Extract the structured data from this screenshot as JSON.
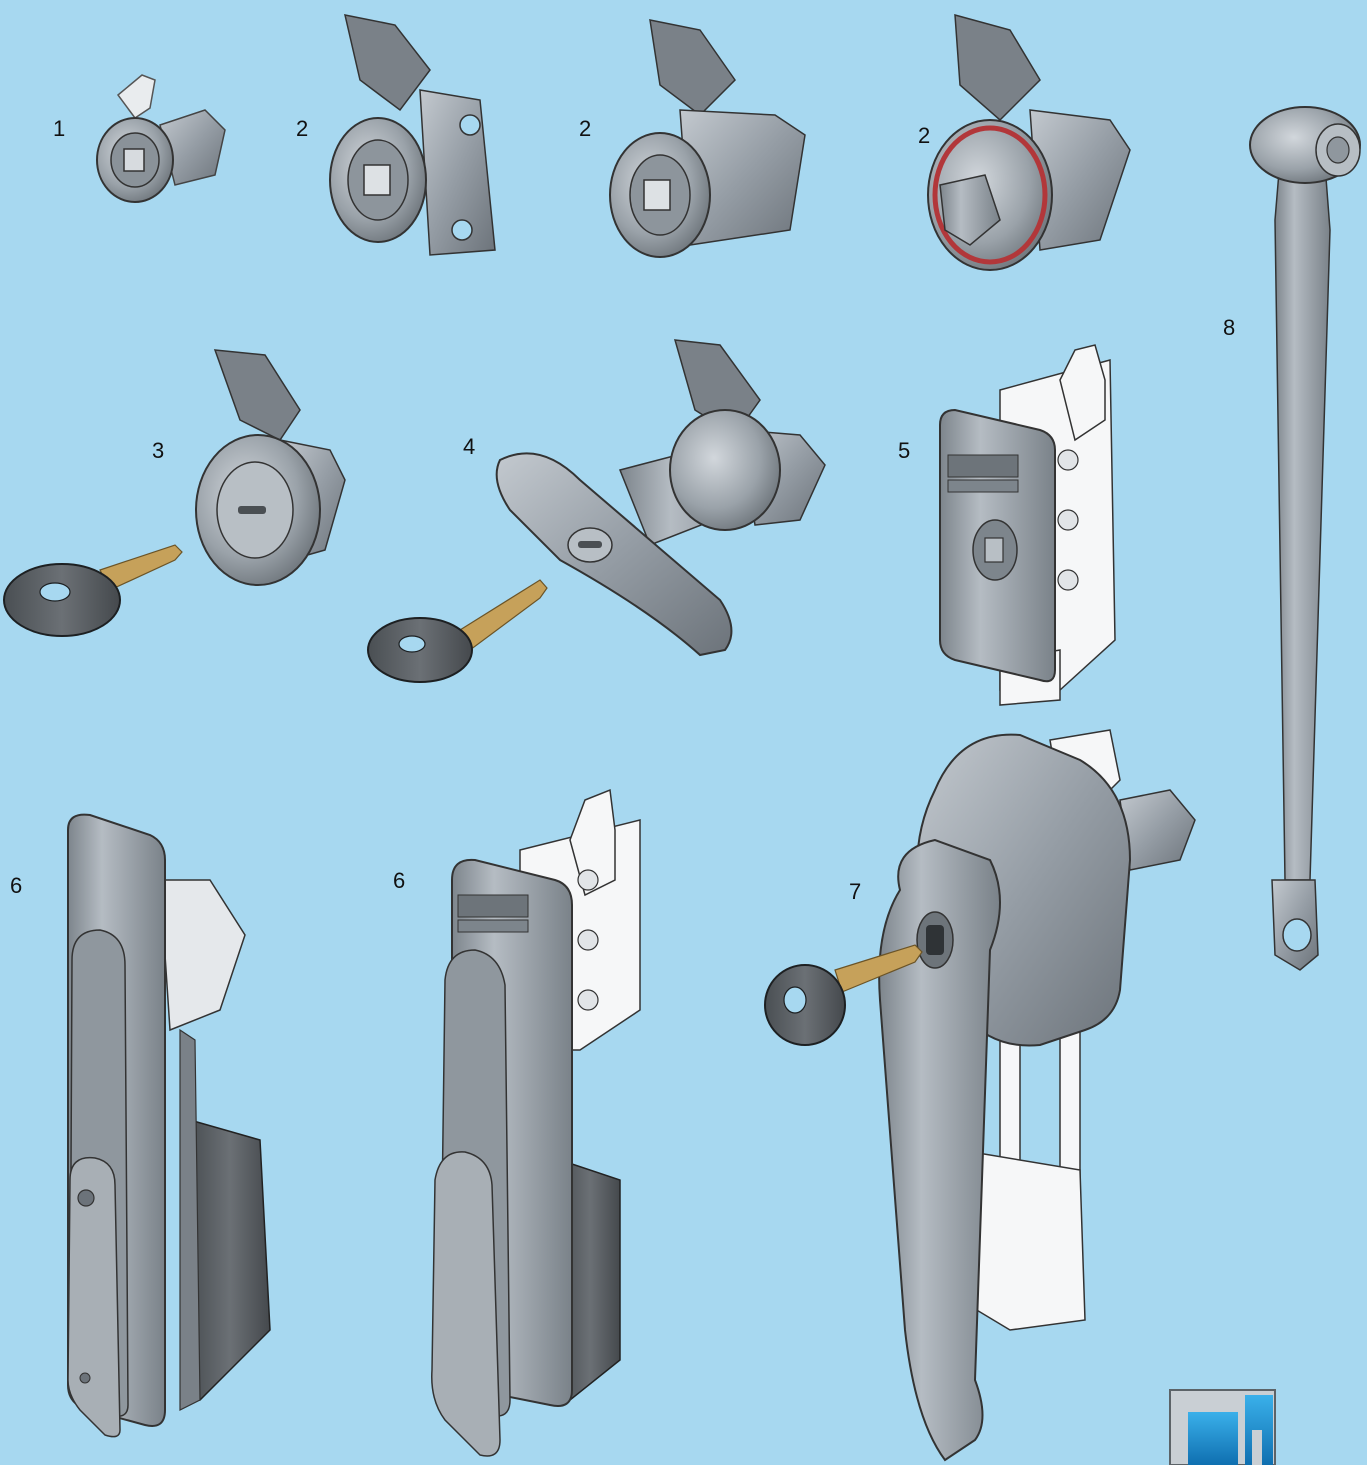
{
  "figure": {
    "background": "#a7d8f0",
    "metal_color": "#8e969e",
    "metal_light": "#b9c0c7",
    "metal_dark": "#5f666c",
    "key_brass": "#c6a15a",
    "key_head": "#2f3336",
    "white_part": "#f6f7f8",
    "gasket_red": "#b2373a",
    "logo_blue": "#1b8fd6",
    "logo_gray": "#c9cfd4"
  },
  "labels": {
    "n1": "1",
    "n2a": "2",
    "n2b": "2",
    "n2c": "2",
    "n3": "3",
    "n4": "4",
    "n5": "5",
    "n6a": "6",
    "n6b": "6",
    "n7": "7",
    "n8": "8"
  },
  "items": [
    {
      "number": "1",
      "icon": "compact-quarter-turn-lock-icon"
    },
    {
      "number": "2",
      "icon": "cam-lock-with-bracket-icon"
    },
    {
      "number": "2",
      "icon": "cam-lock-hex-body-icon"
    },
    {
      "number": "2",
      "icon": "cam-lock-with-gasket-icon"
    },
    {
      "number": "3",
      "icon": "key-cylinder-cam-lock-icon"
    },
    {
      "number": "4",
      "icon": "t-handle-lock-icon"
    },
    {
      "number": "5",
      "icon": "compact-swinghandle-base-icon"
    },
    {
      "number": "6",
      "icon": "swinghandle-lock-icon"
    },
    {
      "number": "6",
      "icon": "swinghandle-lock-with-label-icon"
    },
    {
      "number": "7",
      "icon": "padlockable-lever-handle-icon"
    },
    {
      "number": "8",
      "icon": "connecting-rod-icon"
    }
  ]
}
